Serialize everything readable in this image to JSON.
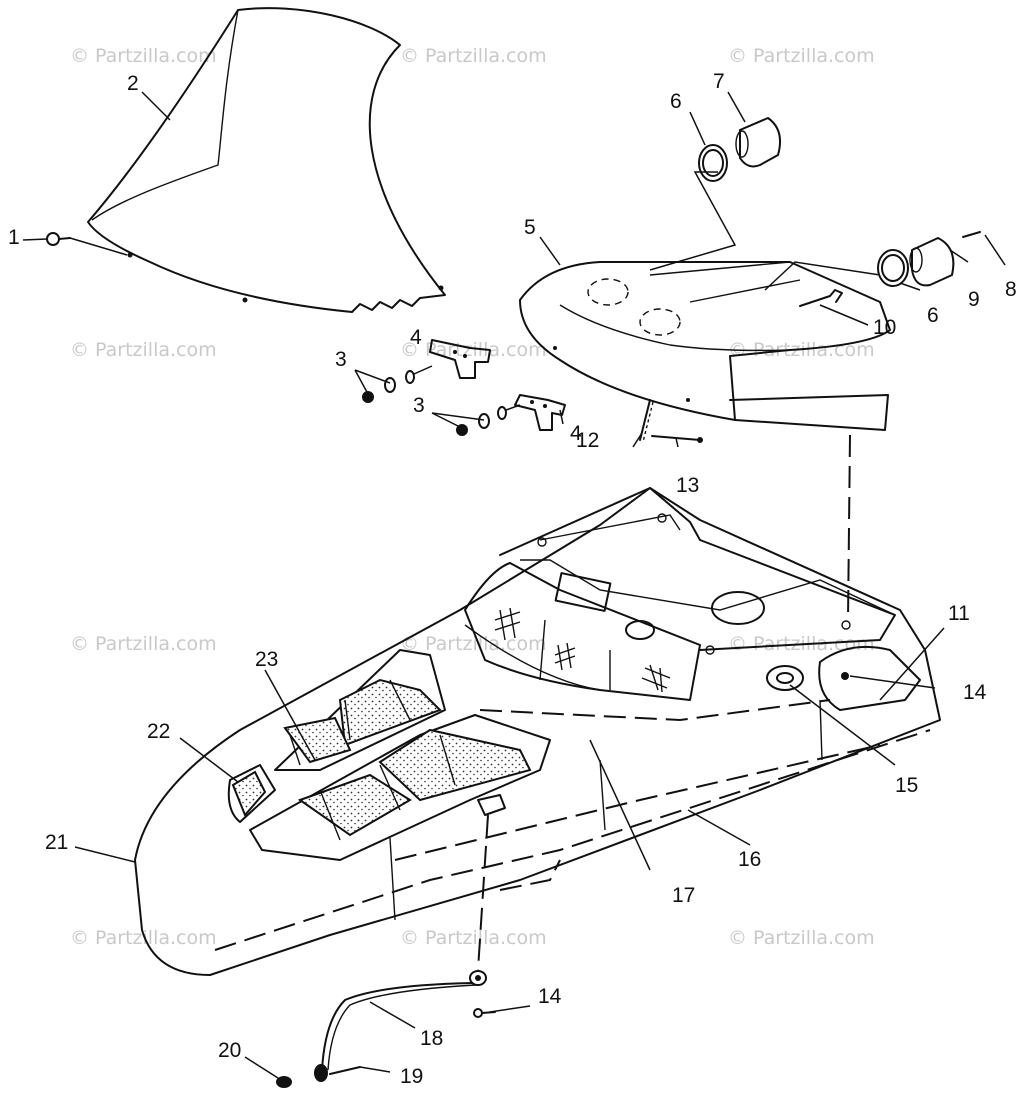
{
  "watermark": "© Partzilla.com",
  "callouts": {
    "c1": "1",
    "c2": "2",
    "c3a": "3",
    "c3b": "3",
    "c4a": "4",
    "c4b": "4",
    "c5": "5",
    "c6a": "6",
    "c6b": "6",
    "c7": "7",
    "c8": "8",
    "c9": "9",
    "c10": "10",
    "c11": "11",
    "c12": "12",
    "c13": "13",
    "c14a": "14",
    "c14b": "14",
    "c15": "15",
    "c16": "16",
    "c17": "17",
    "c18": "18",
    "c19": "19",
    "c20": "20",
    "c21": "21",
    "c22": "22",
    "c23": "23"
  }
}
